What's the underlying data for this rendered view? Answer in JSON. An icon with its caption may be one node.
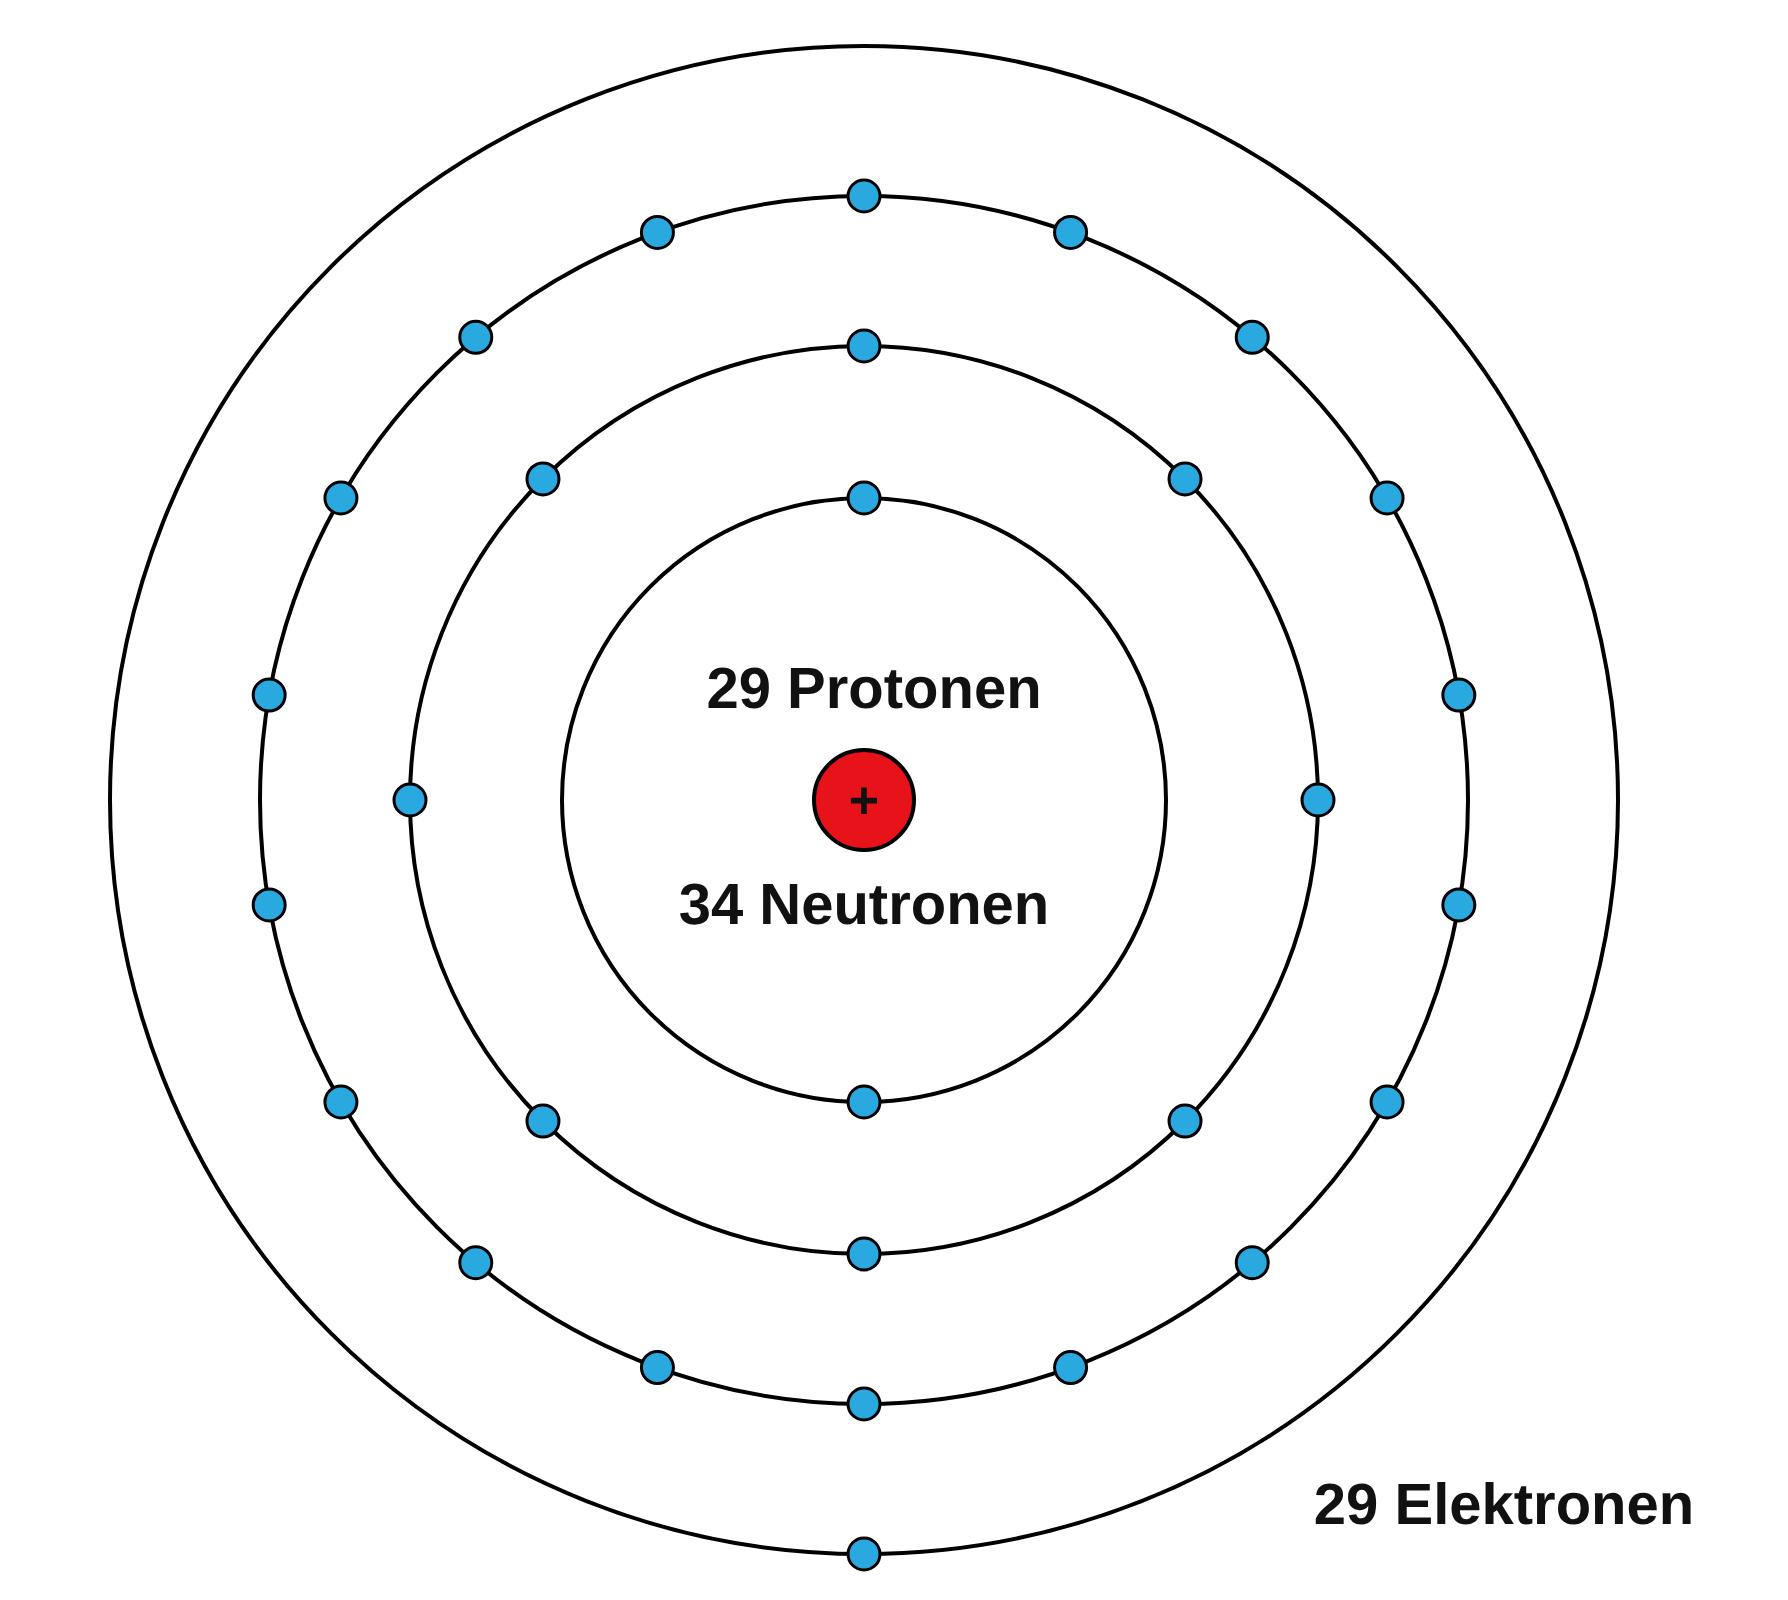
{
  "diagram": {
    "nodes": [
      {
        "text": [
          "+"
        ]
      }
    ],
    "labels": [
      "29 Protonen",
      "34 Neutronen",
      "29 Elektronen"
    ]
  }
}
